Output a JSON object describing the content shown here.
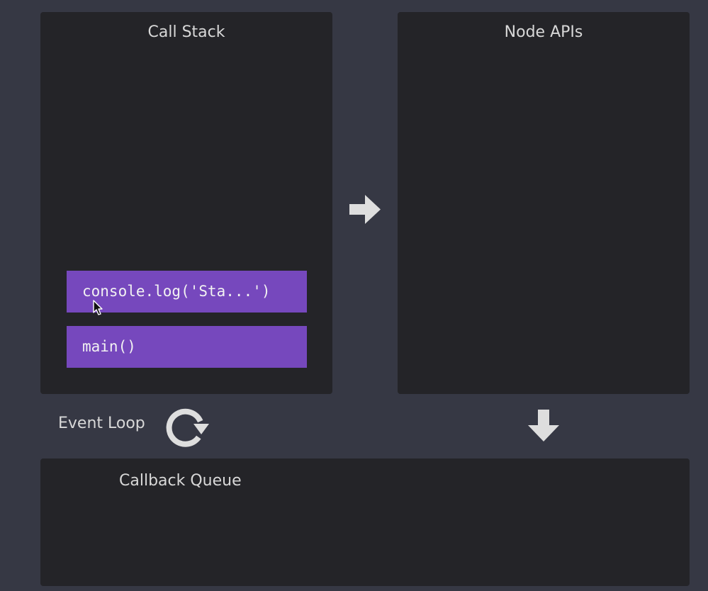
{
  "panels": {
    "call_stack": {
      "title": "Call Stack"
    },
    "node_apis": {
      "title": "Node APIs"
    },
    "callback_queue": {
      "title": "Callback Queue"
    }
  },
  "call_stack_frames": [
    {
      "label": "console.log('Sta...')"
    },
    {
      "label": "main()"
    }
  ],
  "event_loop": {
    "label": "Event Loop",
    "icon": "refresh-icon"
  },
  "icons": {
    "arrow_right": "arrow-right-icon",
    "arrow_down": "arrow-down-icon",
    "cursor": "mouse-pointer-icon"
  },
  "colors": {
    "background": "#363844",
    "panel": "#242428",
    "frame": "#7648bd",
    "text": "#d8d8d8",
    "icon": "#dedede"
  }
}
